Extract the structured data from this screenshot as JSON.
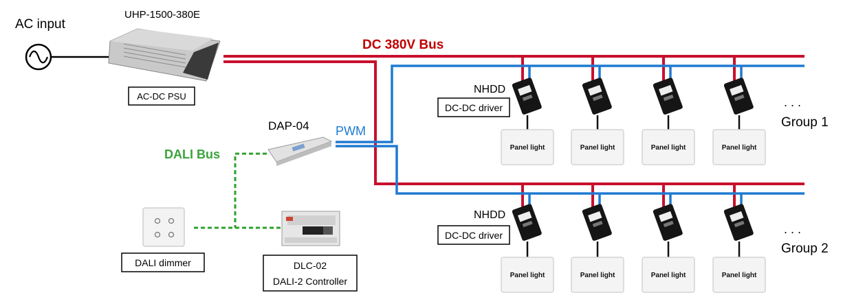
{
  "ac_input": {
    "label": "AC input"
  },
  "psu": {
    "model": "UHP-1500-380E",
    "label": "AC-DC PSU"
  },
  "bus": {
    "dc_label": "DC 380V Bus",
    "pwm_label": "PWM",
    "dali_label": "DALI Bus"
  },
  "dap": {
    "model": "DAP-04"
  },
  "dimmer": {
    "label": "DALI dimmer"
  },
  "controller": {
    "model": "DLC-02",
    "label": "DALI-2 Controller"
  },
  "groups": [
    {
      "label": "Group 1",
      "driver_model": "NHDD",
      "driver_label": "DC-DC driver",
      "panels": [
        "Panel light",
        "Panel light",
        "Panel light",
        "Panel light"
      ],
      "ellipsis": ". . ."
    },
    {
      "label": "Group 2",
      "driver_model": "NHDD",
      "driver_label": "DC-DC driver",
      "panels": [
        "Panel light",
        "Panel light",
        "Panel light",
        "Panel light"
      ],
      "ellipsis": ". . ."
    }
  ],
  "colors": {
    "dc_bus": "#c8102e",
    "pwm": "#1f7ad1",
    "dali": "#2ca02c",
    "text_dc": "#c00000",
    "text_pwm": "#1f7ad1",
    "text_dali": "#3aa33a"
  }
}
